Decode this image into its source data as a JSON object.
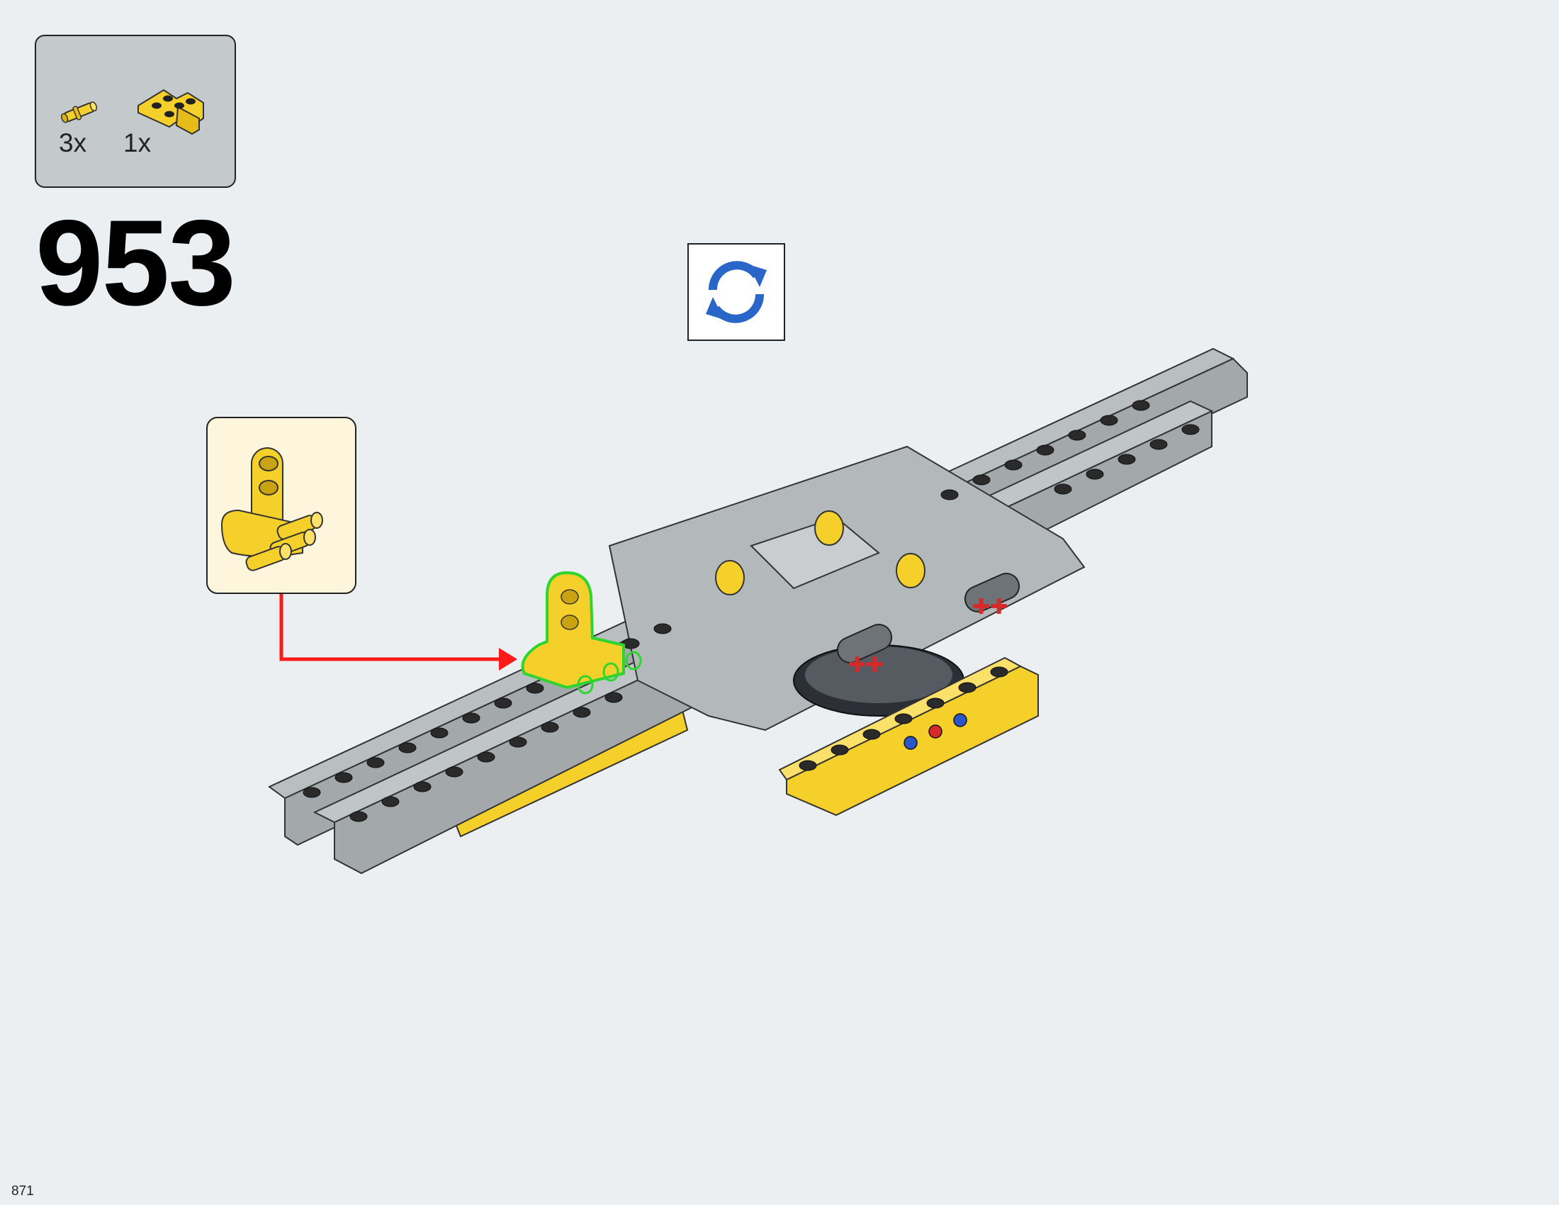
{
  "parts_list": {
    "items": [
      {
        "icon": "yellow-pin-icon",
        "quantity": "3x"
      },
      {
        "icon": "yellow-t-beam-icon",
        "quantity": "1x"
      }
    ]
  },
  "step": {
    "number": "953"
  },
  "rotate_indicator": {
    "icon": "rotate-model-icon"
  },
  "callout": {
    "icon": "subassembly-callout-icon"
  },
  "page": {
    "number": "871"
  },
  "colors": {
    "background": "#ebeff2",
    "parts_panel": "#c4c9cc",
    "callout_panel": "#fdf5dc",
    "part_yellow": "#f6d02a",
    "beam_gray": "#a3a8ab",
    "stud_black": "#2a2a2a",
    "arrow_red": "#ff1a1a",
    "highlight_green": "#2fd52f",
    "rotate_blue": "#2a66c7"
  }
}
